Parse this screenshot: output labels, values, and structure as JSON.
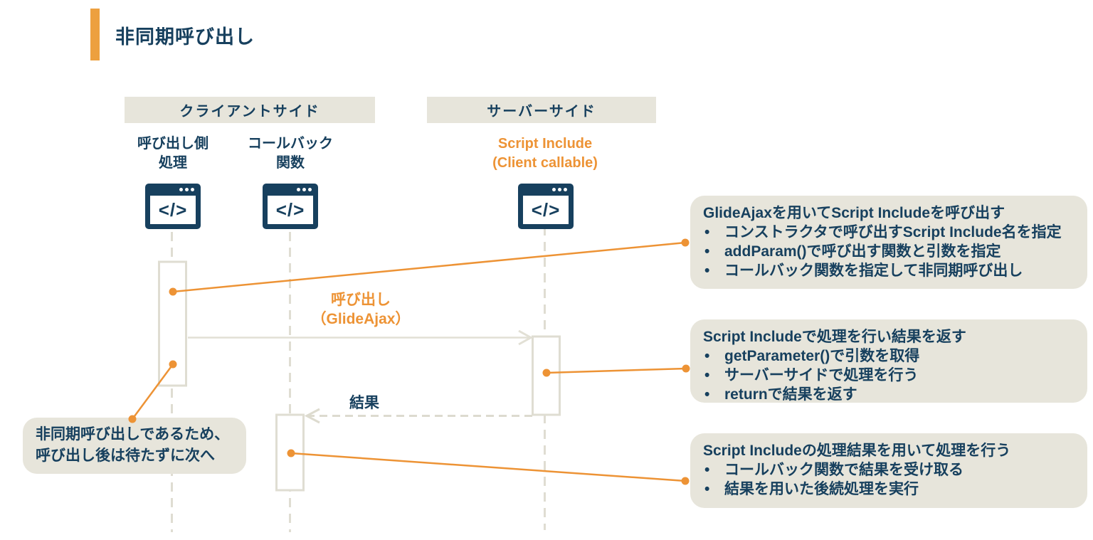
{
  "title": "非同期呼び出し",
  "colors": {
    "navy": "#17405E",
    "orange_accent": "#ED9335",
    "orange_bar": "#EDA03F",
    "note_beige": "#E7E5DB",
    "diagram_line": "#DFDDD2"
  },
  "headers": {
    "client": "クライアントサイド",
    "server": "サーバーサイド"
  },
  "lanes": [
    {
      "line1": "呼び出し側",
      "line2": "処理"
    },
    {
      "line1": "コールバック",
      "line2": "関数"
    },
    {
      "line1": "Script Include",
      "line2": "(Client callable)"
    }
  ],
  "icon_glyph": "</>",
  "messages": {
    "call_line1": "呼び出し",
    "call_line2": "（GlideAjax）",
    "result": "結果"
  },
  "notes": {
    "async_line1": "非同期呼び出しであるため、",
    "async_line2": "呼び出し後は待たずに次へ",
    "bullet_char": "•",
    "boxes": [
      {
        "title": "GlideAjaxを用いてScript Includeを呼び出す",
        "bullets": [
          "コンストラクタで呼び出すScript Include名を指定",
          "addParam()で呼び出す関数と引数を指定",
          "コールバック関数を指定して非同期呼び出し"
        ]
      },
      {
        "title": "Script Includeで処理を行い結果を返す",
        "bullets": [
          "getParameter()で引数を取得",
          "サーバーサイドで処理を行う",
          "returnで結果を返す"
        ]
      },
      {
        "title": "Script Includeの処理結果を用いて処理を行う",
        "bullets": [
          "コールバック関数で結果を受け取る",
          "結果を用いた後続処理を実行"
        ]
      }
    ]
  }
}
